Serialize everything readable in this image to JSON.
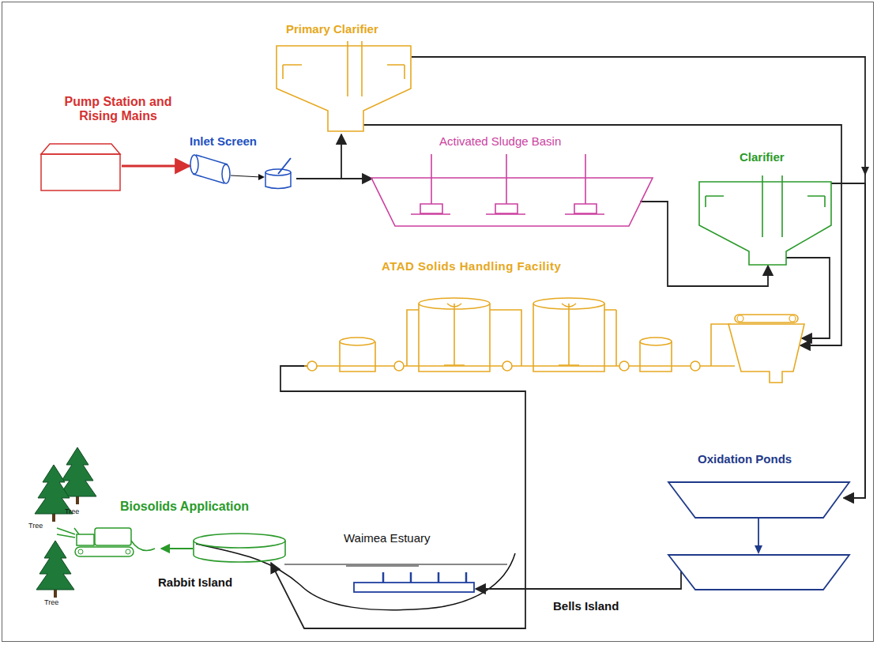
{
  "diagram": {
    "nodes": [
      {
        "text": [
          "Pump Station and Rising Mains"
        ]
      },
      {
        "text": [
          "Inlet Screen"
        ]
      },
      {
        "text": [
          "Primary Clarifier"
        ]
      },
      {
        "text": [
          "Activated Sludge Basin"
        ]
      },
      {
        "text": [
          "Clarifier"
        ]
      },
      {
        "text": [
          "ATAD Solids Handling Facility"
        ]
      },
      {
        "text": [
          "Oxidation Ponds"
        ]
      },
      {
        "text": [
          "Biosolids Application"
        ]
      },
      {
        "text": [
          "Rabbit Island"
        ]
      },
      {
        "text": [
          "Waimea Estuary"
        ]
      }
    ],
    "edges": [
      {
        "from": 0,
        "to": 1,
        "arrow": "to"
      },
      {
        "from": 1,
        "to": 2,
        "arrow": "to"
      },
      {
        "from": 1,
        "to": 3,
        "arrow": "to"
      },
      {
        "from": 2,
        "to": 6,
        "arrow": "to"
      },
      {
        "from": 2,
        "to": 5,
        "arrow": "to"
      },
      {
        "from": 3,
        "to": 4,
        "arrow": "to"
      },
      {
        "from": 4,
        "to": 6,
        "arrow": "to"
      },
      {
        "from": 4,
        "to": 5,
        "arrow": "to"
      },
      {
        "from": 5,
        "to": 8,
        "arrow": "to"
      },
      {
        "from": 6,
        "to": 9,
        "arrow": "to"
      },
      {
        "from": 8,
        "to": 7,
        "arrow": "to"
      }
    ],
    "labels": [
      "Tree",
      "Tree",
      "Tree",
      "Bells Island"
    ]
  }
}
